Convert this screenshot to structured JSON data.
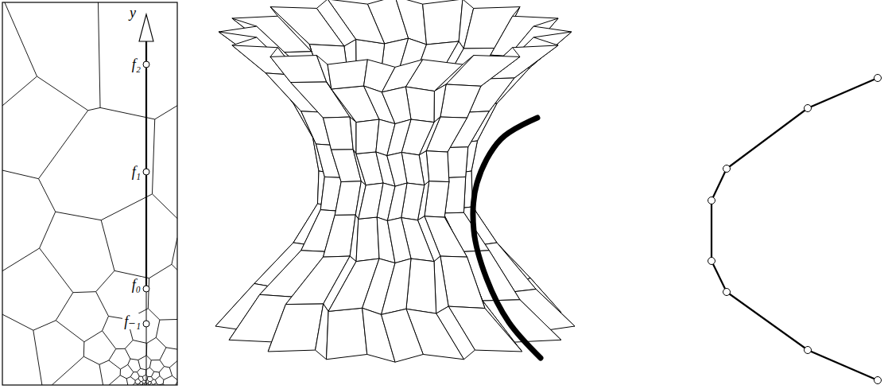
{
  "diagram": {
    "labels": [
      "y",
      "f₂",
      "f₁",
      "f₀",
      "f₋₁"
    ]
  }
}
